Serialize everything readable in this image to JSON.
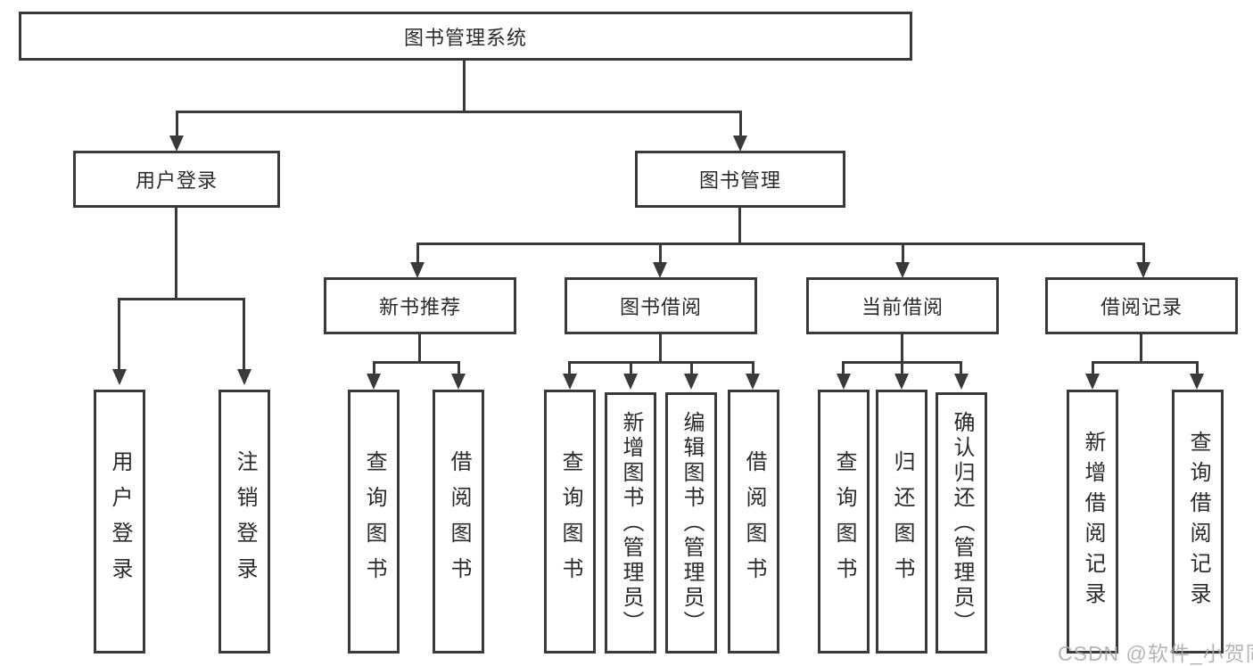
{
  "colors": {
    "line": "#3a3a3a",
    "text": "#2b2b2b",
    "watermark": "#a9a9a9",
    "background": "#ffffff"
  },
  "watermark": {
    "text": "CSDN @软件_小贺同学"
  },
  "tree": {
    "root": {
      "label": "图书管理系统"
    },
    "login": {
      "label": "用户登录",
      "children": [
        {
          "label": "用户登录"
        },
        {
          "label": "注销登录"
        }
      ]
    },
    "mgmt": {
      "label": "图书管理",
      "groups": [
        {
          "label": "新书推荐",
          "children": [
            {
              "label": "查询图书"
            },
            {
              "label": "借阅图书"
            }
          ]
        },
        {
          "label": "图书借阅",
          "children": [
            {
              "label": "查询图书"
            },
            {
              "label": "新增图书（管理员）"
            },
            {
              "label": "编辑图书（管理员）"
            },
            {
              "label": "借阅图书"
            }
          ]
        },
        {
          "label": "当前借阅",
          "children": [
            {
              "label": "查询图书"
            },
            {
              "label": "归还图书"
            },
            {
              "label": "确认归还（管理员）"
            }
          ]
        },
        {
          "label": "借阅记录",
          "children": [
            {
              "label": "新增借阅记录"
            },
            {
              "label": "查询借阅记录"
            }
          ]
        }
      ]
    }
  }
}
